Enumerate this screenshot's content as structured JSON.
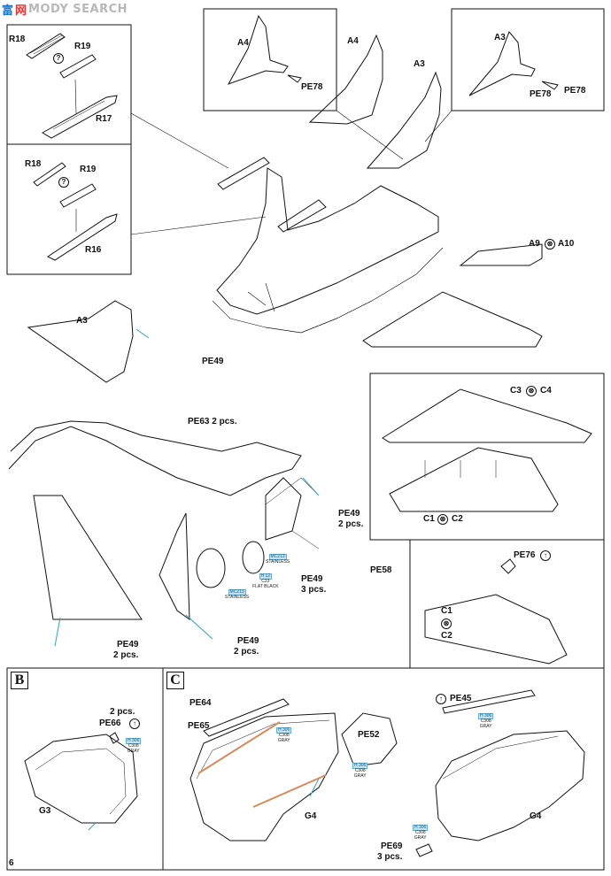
{
  "watermark": {
    "cjk_a": "富",
    "cjk_b": "网",
    "word": "MODY SEARCH"
  },
  "page_number": "6",
  "sections": {
    "b": "B",
    "c": "C"
  },
  "labels": {
    "r18_top": "R18",
    "r19_top": "R19",
    "r17": "R17",
    "q_top": "?",
    "r18_mid": "R18",
    "r19_mid": "R19",
    "r16": "R16",
    "q_mid": "?",
    "a4_box": "A4",
    "pe78_box": "PE78",
    "a4_main": "A4",
    "a3_main": "A3",
    "a3_box": "A3",
    "pe78_box_b": "PE78",
    "pe78_box_c": "PE78",
    "a9": "A9",
    "a10": "A10",
    "a3_left": "A3",
    "pe49_left": "PE49",
    "c3": "C3",
    "c4": "C4",
    "c1": "C1",
    "c2": "C2",
    "pe63": "PE63  2 pcs.",
    "pe49_r": "PE49",
    "pe49_r_pcs": "2 pcs.",
    "pe58": "PE58",
    "pe49_mid": "PE49",
    "pe49_mid_pcs": "3 pcs.",
    "pe76": "PE76",
    "c1_b": "C1",
    "c2_b": "C2",
    "pe49_bl": "PE49",
    "pe49_bl_pcs": "2 pcs.",
    "pe49_bm": "PE49",
    "pe49_bm_pcs": "2 pcs.",
    "b_pcs": "2 pcs.",
    "pe66": "PE66",
    "g3": "G3",
    "pe64": "PE64",
    "pe65": "PE65",
    "pe52": "PE52",
    "g4_mid": "G4",
    "pe45": "PE45",
    "g4_right": "G4",
    "pe69": "PE69",
    "pe69_pcs": "3 pcs."
  },
  "paint_notes": {
    "mc213_a": {
      "code": "MC213",
      "name": "STAINLESS"
    },
    "h12": {
      "code": "H 12",
      "code2": "C33",
      "name": "FLAT BLACK"
    },
    "mc213_b": {
      "code": "MC213",
      "name": "STAINLESS"
    },
    "h306_b": {
      "code": "H 306",
      "code2": "C308",
      "name": "GRAY"
    },
    "h306_c1": {
      "code": "H 306",
      "code2": "C308",
      "name": "GRAY"
    },
    "h306_c2": {
      "code": "H 306",
      "code2": "C308",
      "name": "GRAY"
    },
    "h306_c3": {
      "code": "H 306",
      "code2": "C308",
      "name": "GRAY"
    },
    "h306_c4": {
      "code": "H 306",
      "code2": "C308",
      "name": "GRAY"
    }
  },
  "colors": {
    "ink": "#111111",
    "leader": "#2a9fd6",
    "copper": "#d98a5a",
    "paint_box": "#bfe3f3"
  }
}
